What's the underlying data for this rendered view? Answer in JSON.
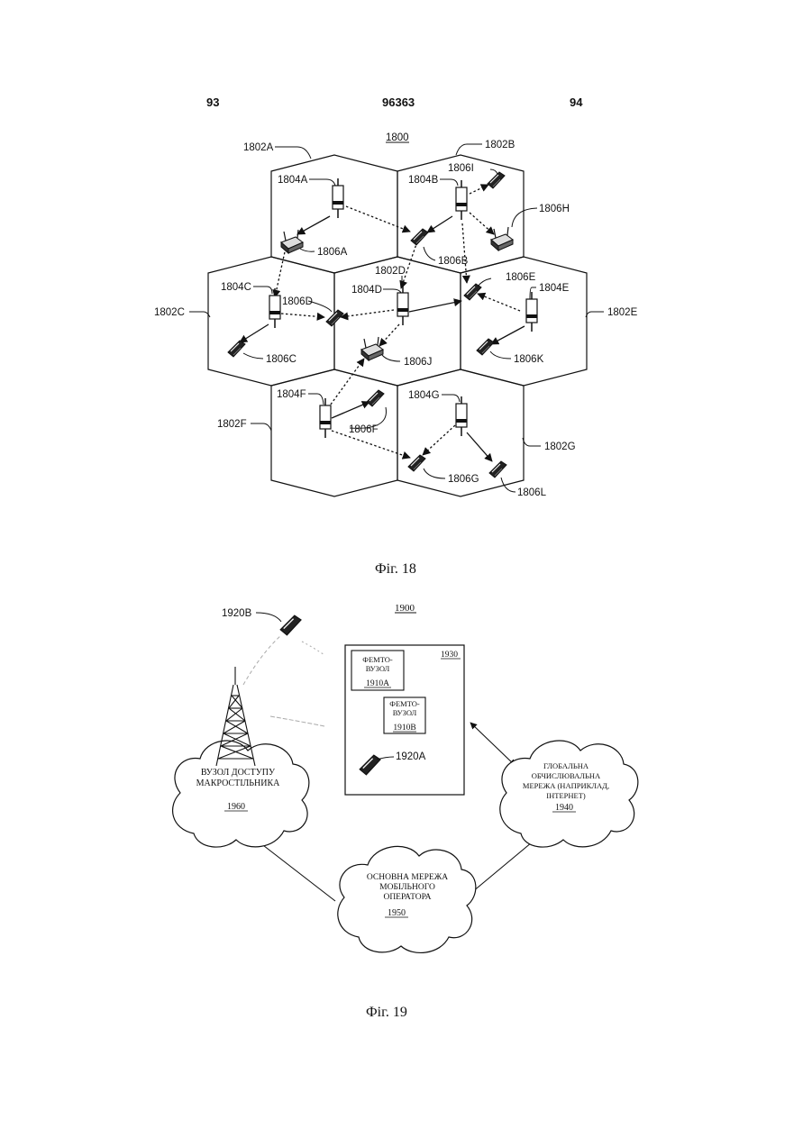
{
  "header": {
    "left": "93",
    "center": "96363",
    "right": "94"
  },
  "fig18": {
    "ref": "1800",
    "caption": "Фіг. 18",
    "cells": {
      "a": "1802A",
      "b": "1802B",
      "c": "1802C",
      "d": "1802D",
      "e": "1802E",
      "f": "1802F",
      "g": "1802G"
    },
    "access_points": {
      "a": "1804A",
      "b": "1804B",
      "c": "1804C",
      "d": "1804D",
      "e": "1804E",
      "f": "1804F",
      "g": "1804G"
    },
    "terminals": {
      "a": "1806A",
      "b": "1806B",
      "c": "1806C",
      "d": "1806D",
      "e": "1806E",
      "f": "1806F",
      "g": "1806G",
      "h": "1806H",
      "i": "1806I",
      "j": "1806J",
      "k": "1806K",
      "l": "1806L"
    }
  },
  "fig19": {
    "ref": "1900",
    "caption": "Фіг. 19",
    "area": "1930",
    "femto_a": {
      "line1": "ФЕМТО-",
      "line2": "ВУЗОЛ",
      "ref": "1910A"
    },
    "femto_b": {
      "line1": "ФЕМТО-",
      "line2": "ВУЗОЛ",
      "ref": "1910B"
    },
    "terminal_a": "1920A",
    "terminal_b": "1920B",
    "macro": {
      "line1": "ВУЗОЛ ДОСТУПУ",
      "line2": "МАКРОСТІЛЬНИКА",
      "ref": "1960"
    },
    "wan": {
      "line1": "ГЛОБАЛЬНА",
      "line2": "ОБЧИСЛЮВАЛЬНА",
      "line3": "МЕРЕЖА (НАПРИКЛАД,",
      "line4": "ІНТЕРНЕТ)",
      "ref": "1940"
    },
    "core": {
      "line1": "ОСНОВНА МЕРЕЖА",
      "line2": "МОБІЛЬНОГО",
      "line3": "ОПЕРАТОРА",
      "ref": "1950"
    }
  }
}
